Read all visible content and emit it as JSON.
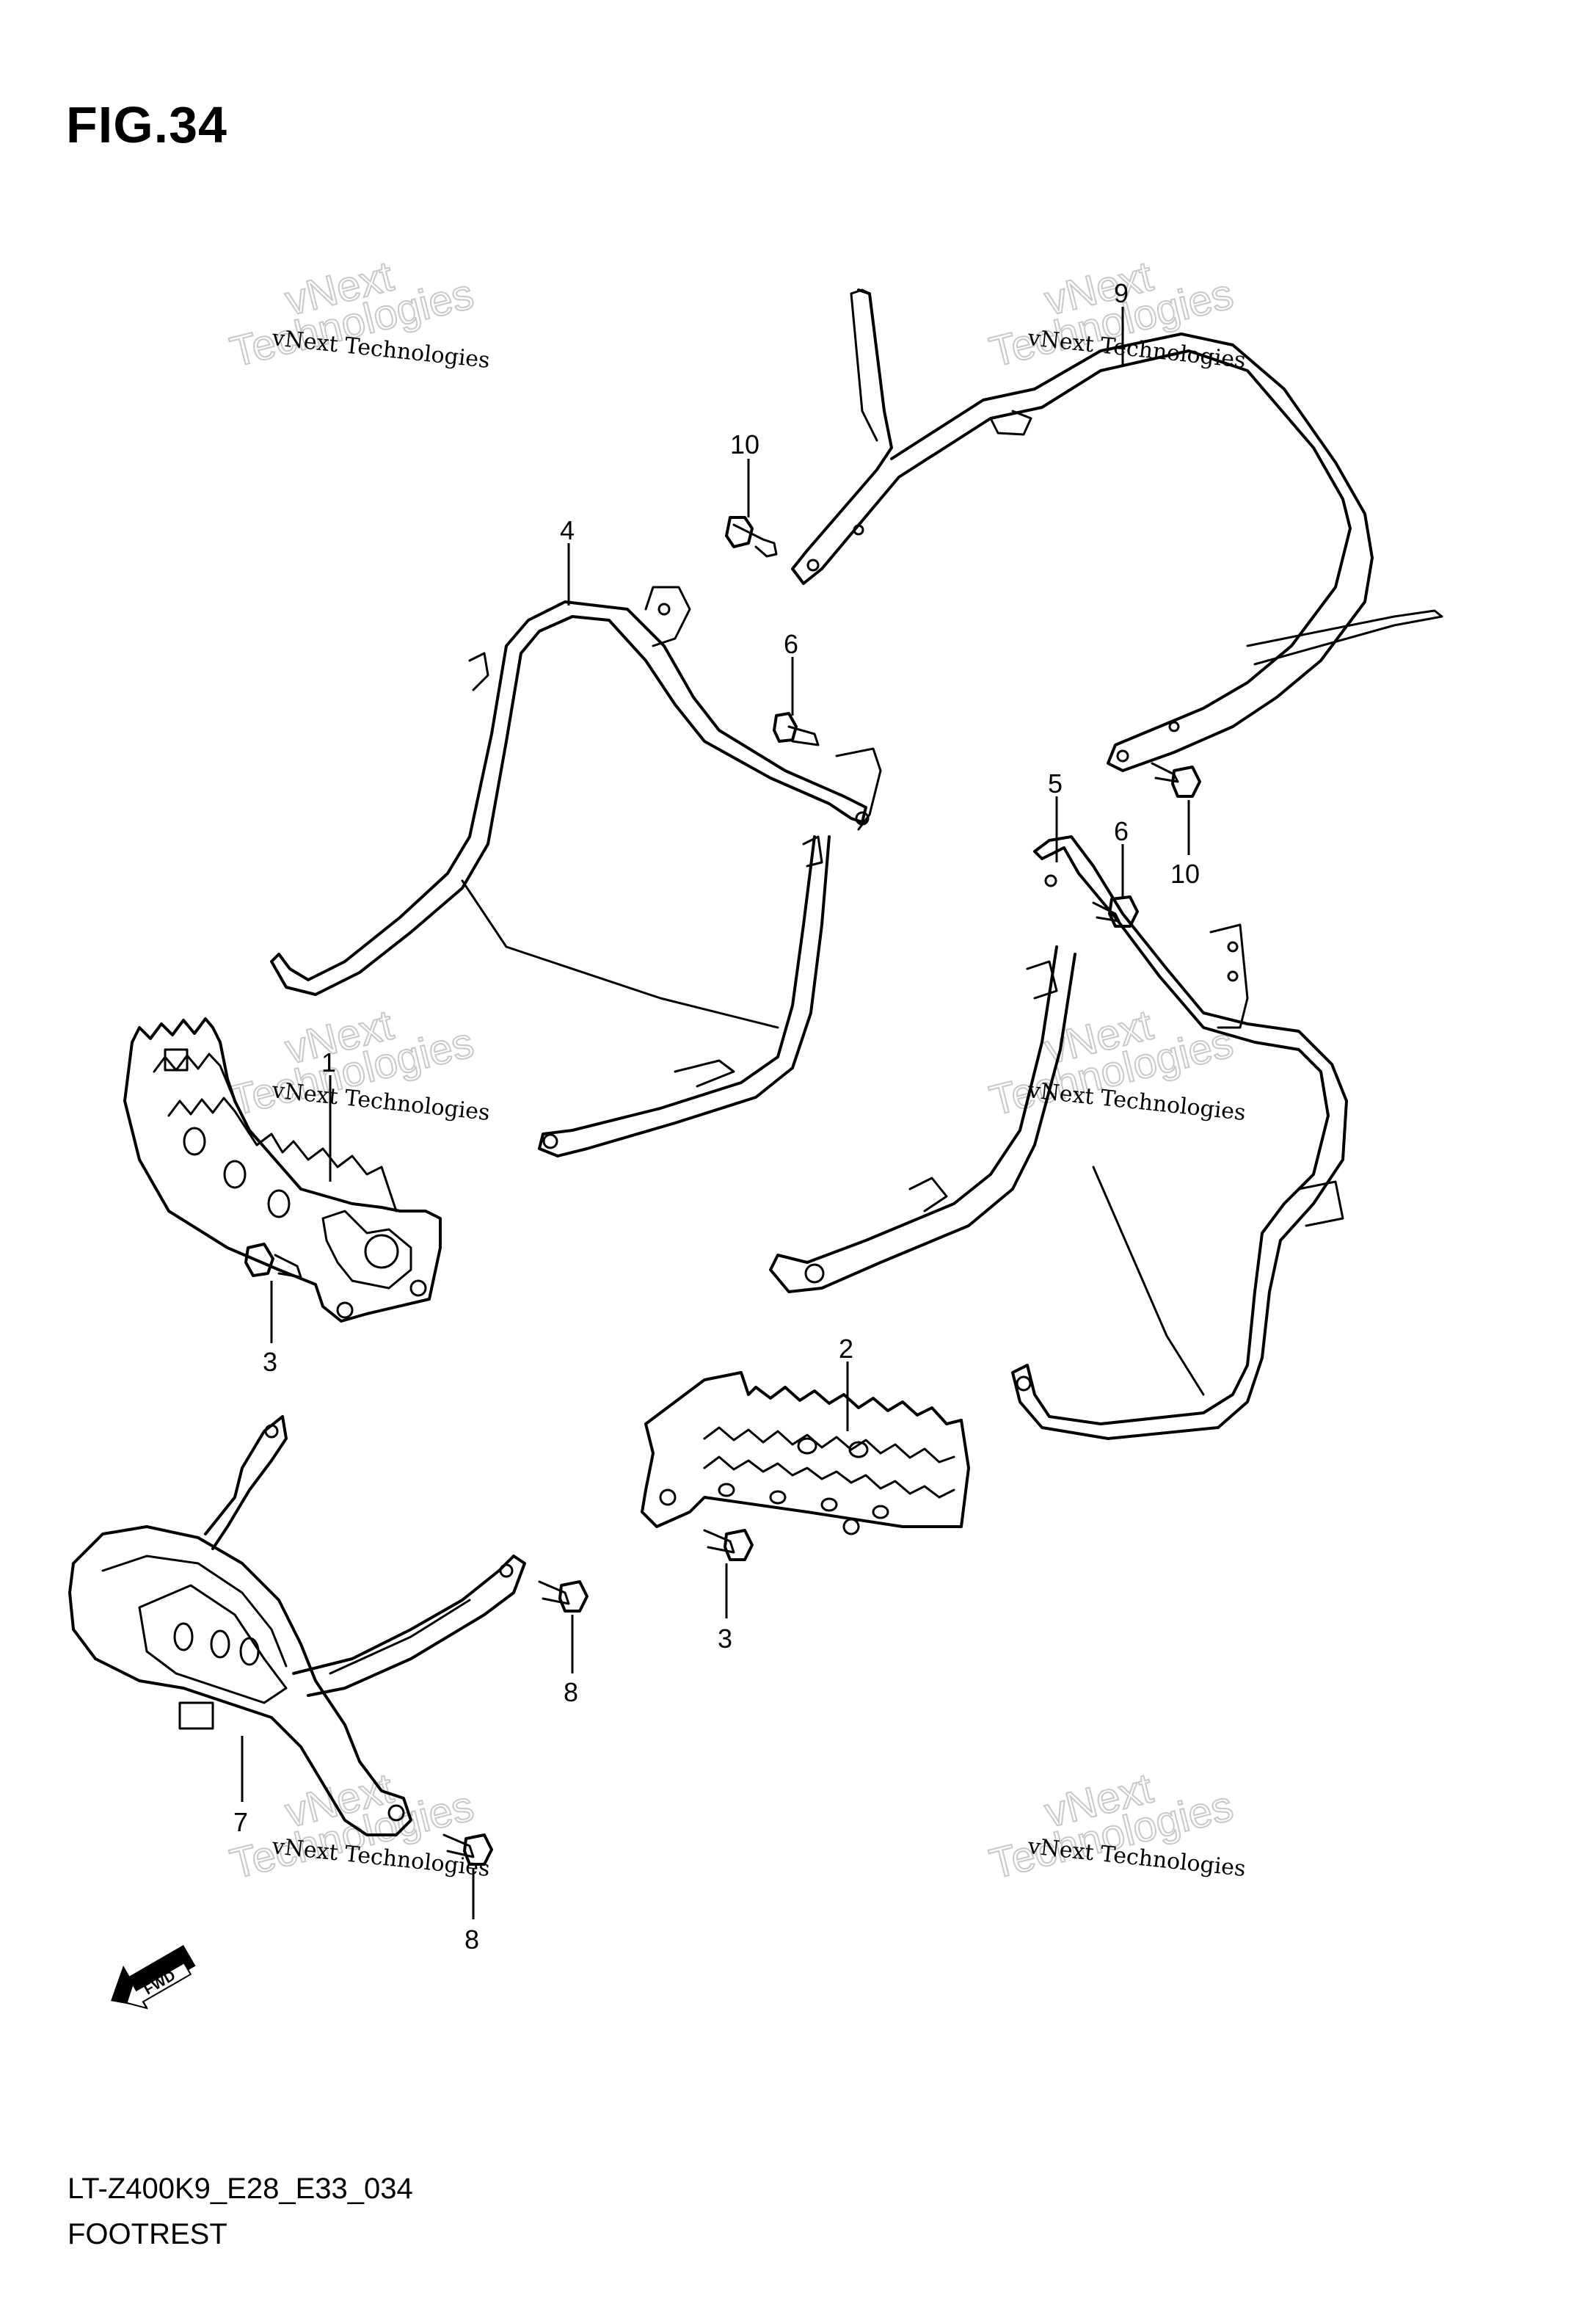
{
  "figure": {
    "title": "FIG.34",
    "model_code": "LT-Z400K9_E28_E33_034",
    "section_name": "FOOTREST"
  },
  "callouts": [
    "1",
    "2",
    "3",
    "3",
    "4",
    "5",
    "6",
    "6",
    "7",
    "8",
    "8",
    "9",
    "10",
    "10"
  ],
  "watermark": {
    "line1": "vNext Technologies",
    "line2a": "vNext",
    "line2b": "Technologies"
  },
  "fwd_label": "FWD"
}
